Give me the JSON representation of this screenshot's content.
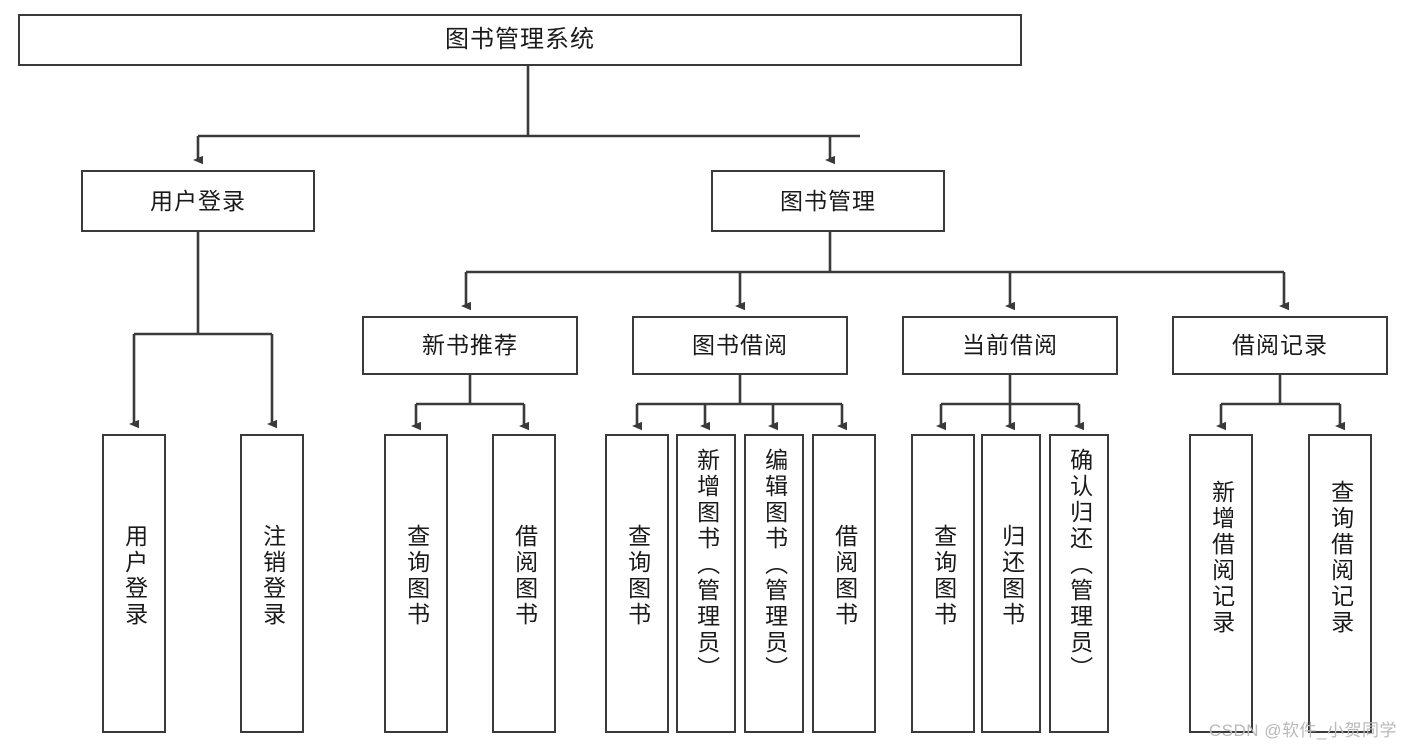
{
  "diagram": {
    "title": "图书管理系统",
    "type": "tree-hierarchy-functional-structure",
    "watermark": "CSDN @软件_小贺同学",
    "colors": {
      "stroke": "#3a3a3a",
      "node_fill": "#ffffff",
      "text": "#1a1a1a",
      "background": "#ffffff",
      "watermark": "#b9b9b9"
    },
    "nodes": {
      "root": {
        "label": "图书管理系统"
      },
      "level2": [
        {
          "id": "user-login",
          "label": "用户登录"
        },
        {
          "id": "book-manage",
          "label": "图书管理"
        }
      ],
      "level3": [
        {
          "id": "new-book-rec",
          "label": "新书推荐"
        },
        {
          "id": "book-borrow",
          "label": "图书借阅"
        },
        {
          "id": "current-borrow",
          "label": "当前借阅"
        },
        {
          "id": "borrow-record",
          "label": "借阅记录"
        }
      ],
      "leaves": {
        "user_login": [
          {
            "id": "leaf-user-login",
            "label": "用户登录"
          },
          {
            "id": "leaf-logout-login",
            "label": "注销登录"
          }
        ],
        "new_book_rec": [
          {
            "id": "leaf-query-book-1",
            "label": "查询图书"
          },
          {
            "id": "leaf-borrow-book-1",
            "label": "借阅图书"
          }
        ],
        "book_borrow": [
          {
            "id": "leaf-query-book-2",
            "label": "查询图书"
          },
          {
            "id": "leaf-add-book",
            "label": "新增图书（管理员）"
          },
          {
            "id": "leaf-edit-book",
            "label": "编辑图书（管理员）"
          },
          {
            "id": "leaf-borrow-book-2",
            "label": "借阅图书"
          }
        ],
        "current_borrow": [
          {
            "id": "leaf-query-book-3",
            "label": "查询图书"
          },
          {
            "id": "leaf-return-book",
            "label": "归还图书"
          },
          {
            "id": "leaf-confirm-return",
            "label": "确认归还（管理员）"
          }
        ],
        "borrow_record": [
          {
            "id": "leaf-add-record",
            "label": "新增借阅记录"
          },
          {
            "id": "leaf-query-record",
            "label": "查询借阅记录"
          }
        ]
      }
    }
  }
}
